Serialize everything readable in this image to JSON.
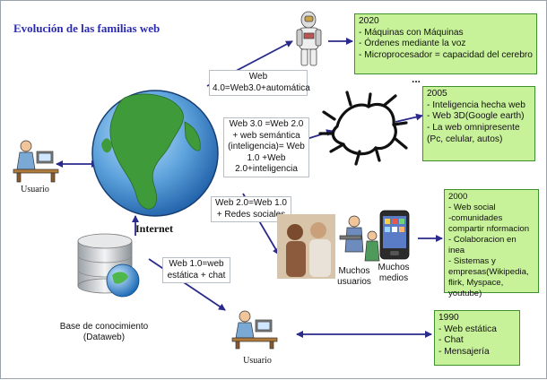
{
  "title": "Evolución de las familias web",
  "center": {
    "label": "Internet"
  },
  "knowledge_base": {
    "label": "Base de conocimiento (Dataweb)"
  },
  "users": {
    "left_label": "Usuario",
    "bottom_label": "Usuario"
  },
  "crowd": {
    "users_label": "Muchos usuarios",
    "media_label": "Muchos medios"
  },
  "transitions": [
    {
      "id": "web4",
      "text": "Web 4.0=Web3.0+automática"
    },
    {
      "id": "web3",
      "text": "Web 3.0 =Web 2.0 + web semántica (inteligencia)= Web 1.0 +Web 2.0+inteligencia"
    },
    {
      "id": "web2",
      "text": "Web 2.0=Web 1.0 + Redes sociales"
    },
    {
      "id": "web1",
      "text": "Web 1.0=web estática + chat"
    }
  ],
  "eras": [
    {
      "id": "2020",
      "year": "2020",
      "items": [
        "- Máquinas con Máquinas",
        "- Órdenes mediante la voz",
        "- Microprocesador = capacidad del cerebro"
      ]
    },
    {
      "id": "2005",
      "year": "2005",
      "items": [
        "- Inteligencia hecha web",
        "- Web 3D(Google earth)",
        "- La web omnipresente (Pc, celular, autos)"
      ]
    },
    {
      "id": "2000",
      "year": "2000",
      "items": [
        "- Web social",
        "-comunidades",
        " compartir nformacion",
        "- Colaboracion en inea",
        "- Sistemas y empresas(Wikipedia, flirk, Myspace, youtube)"
      ]
    },
    {
      "id": "1990",
      "year": "1990",
      "items": [
        "- Web estática",
        "- Chat",
        "- Mensajería"
      ]
    }
  ],
  "ellipsis": "...",
  "colors": {
    "title": "#2b2bb0",
    "arrow": "#2a2a8c",
    "box_fill": "#c8f29a",
    "box_border": "#3f8f2f",
    "ocean": "#5ea3dc",
    "land": "#3f9a3a"
  },
  "icons": [
    "globe-icon",
    "astronaut-icon",
    "semantic-network-icon",
    "database-icon",
    "user-desk-icon",
    "people-icon",
    "mobile-phone-icon"
  ]
}
